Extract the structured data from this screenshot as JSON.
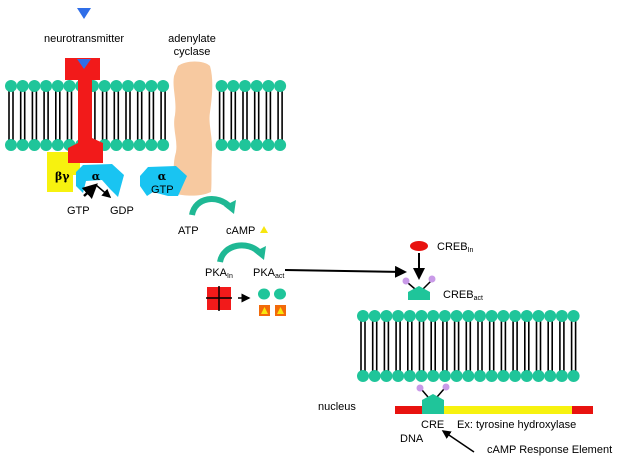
{
  "title": "cAMP signaling pathway",
  "colors": {
    "lipid_head": "#1fc59a",
    "lipid_tail": "#000000",
    "receptor": "#f21a1a",
    "neurotransmitter": "#2f6ee8",
    "beta_gamma": "#f7f20f",
    "alpha": "#19c4f2",
    "adenylate_cyclase": "#f7c9a0",
    "curved_arrow": "#1fb894",
    "camp": "#f7e60f",
    "pka_catalytic": "#1fc59a",
    "pka_regulatory": "#f26a0a",
    "creb_in": "#e8120f",
    "creb_act": "#1fc59a",
    "phosphate": "#c99ae8",
    "dna_red": "#e8120f",
    "dna_yellow": "#f7f20f"
  },
  "labels": {
    "neurotransmitter": "neurotransmitter",
    "adenylate_line1": "adenylate",
    "adenylate_line2": "cyclase",
    "beta_gamma": "βγ",
    "alpha": "α",
    "alpha_active": "α",
    "gtp_on_alpha": "GTP",
    "gtp": "GTP",
    "gdp": "GDP",
    "atp": "ATP",
    "camp": "cAMP",
    "pka": "PKA",
    "pka_in_sub": "In",
    "pka_act_sub": "act",
    "creb": "CREB",
    "creb_in_sub": "In",
    "creb_act_sub": "act",
    "nucleus": "nucleus",
    "cre": "CRE",
    "dna": "DNA",
    "gene_example": "Ex: tyrosine hydroxylase",
    "cre_full": "cAMP Response Element"
  }
}
